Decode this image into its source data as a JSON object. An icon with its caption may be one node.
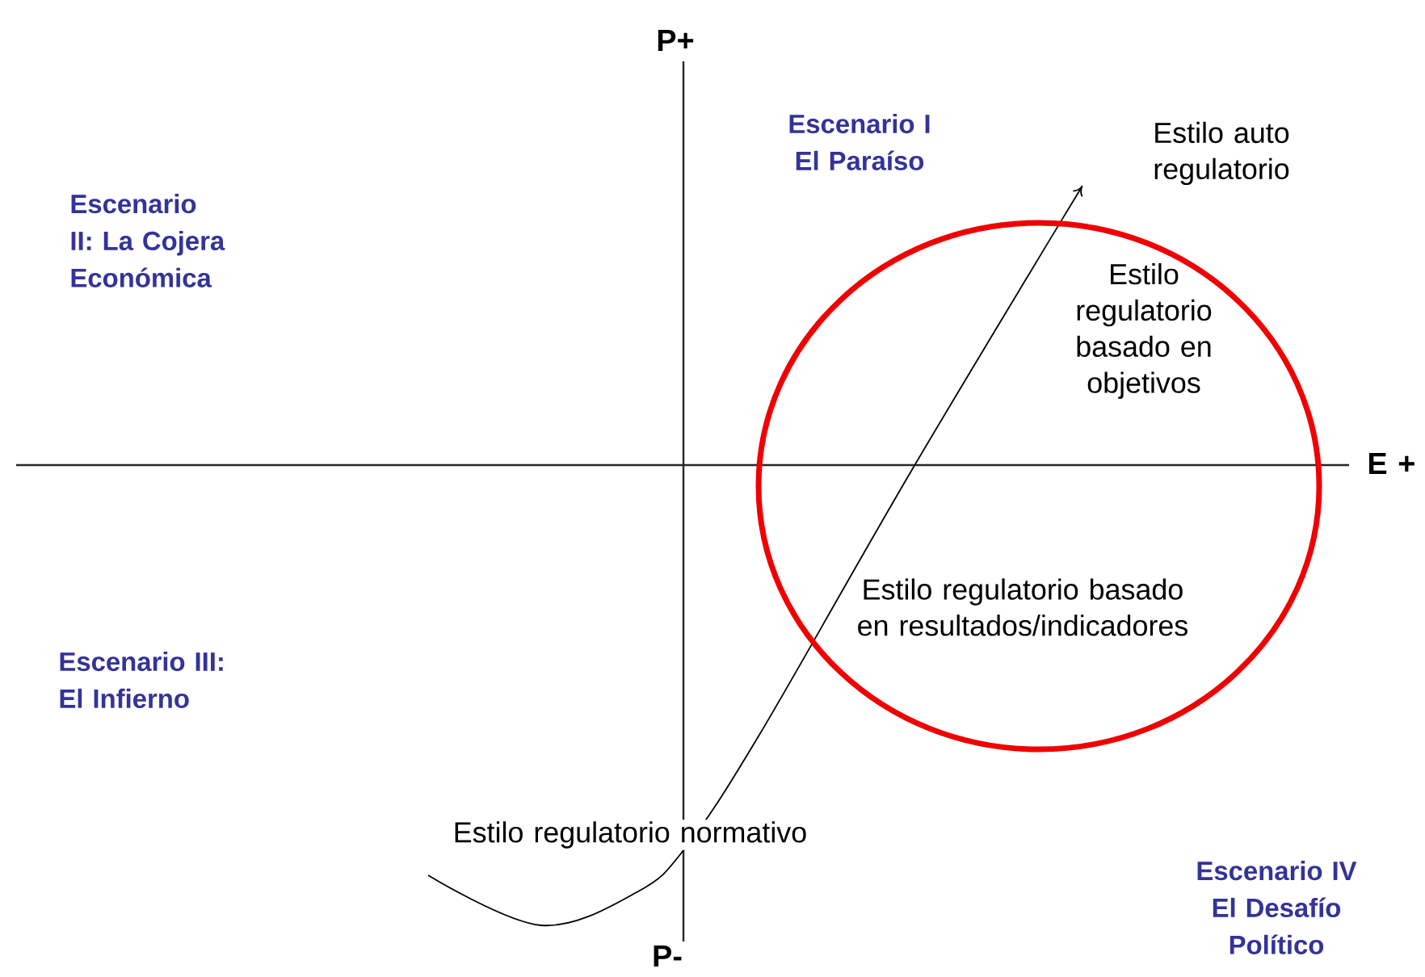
{
  "diagram": {
    "nodes": [
      {
        "text": [
          "Estilo regulatorio basado en objetivos",
          "Estilo regulatorio basado en resultados/indicadores"
        ]
      }
    ],
    "labels": [
      "P+",
      "Escenario I El Paraíso",
      "Estilo auto regulatorio",
      "Escenario II: La Cojera Económica",
      "E +",
      "Escenario III: El Infierno",
      "Estilo regulatorio normativo",
      "Escenario IV El Desafío Político",
      "P-"
    ]
  }
}
